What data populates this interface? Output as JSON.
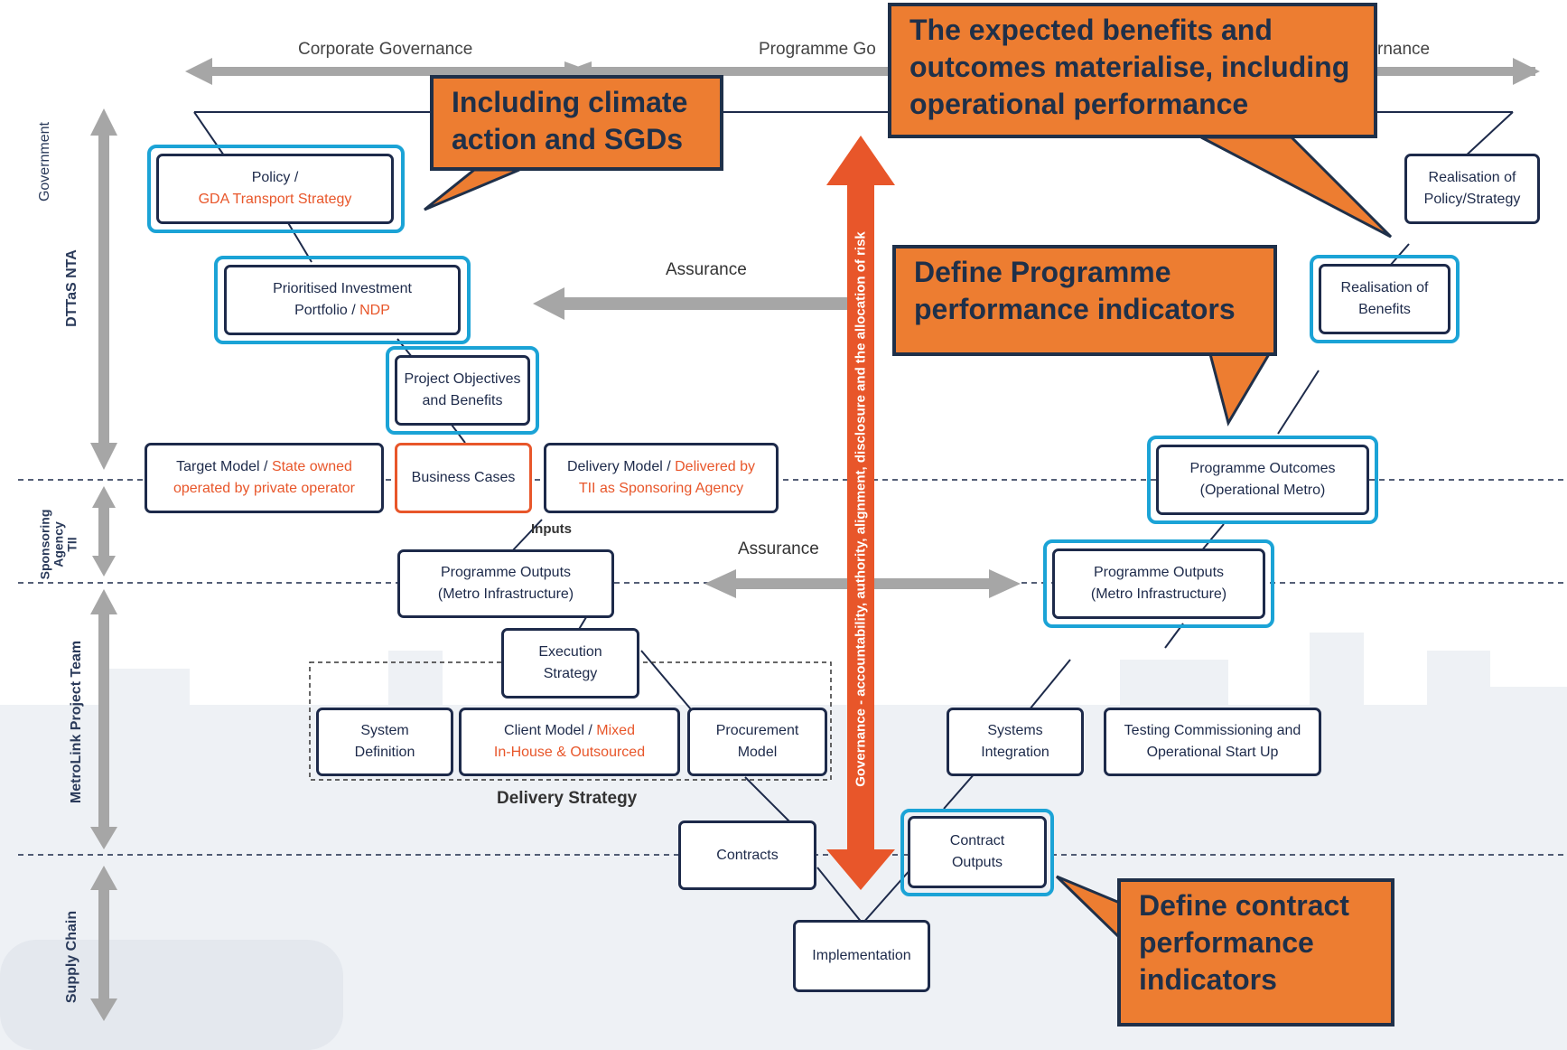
{
  "governance_bar": {
    "corporate": "Corporate Governance",
    "programme_partial": "Programme Go",
    "project_partial": "rnance"
  },
  "side_labels": {
    "government": "Government",
    "dttas_nta": "DTTaS NTA",
    "sponsoring_agency_tii": [
      "Sponsoring",
      "Agency",
      "TII"
    ],
    "metrolink_project_team": "MetroLink Project Team",
    "supply_chain": "Supply Chain"
  },
  "boxes": {
    "policy": {
      "line1": "Policy /",
      "line2": "GDA Transport Strategy"
    },
    "prioritised": {
      "line1": "Prioritised Investment",
      "line2a": "Portfolio / ",
      "line2b": "NDP"
    },
    "objectives": {
      "line1": "Project Objectives",
      "line2": "and Benefits"
    },
    "target_model": {
      "line1a": "Target Model / ",
      "line1b": "State owned",
      "line2": "operated by private operator"
    },
    "business_cases": {
      "text": "Business Cases"
    },
    "delivery_model": {
      "line1a": "Delivery Model / ",
      "line1b": "Delivered by",
      "line2": "TII as Sponsoring Agency"
    },
    "prog_outputs_left": {
      "line1": "Programme Outputs",
      "line2": "(Metro Infrastructure)"
    },
    "execution": {
      "line1": "Execution",
      "line2": "Strategy"
    },
    "system_definition": {
      "line1": "System",
      "line2": "Definition"
    },
    "client_model": {
      "line1a": "Client Model / ",
      "line1b": "Mixed",
      "line2": "In-House & Outsourced"
    },
    "procurement": {
      "line1": "Procurement",
      "line2": "Model"
    },
    "contracts": {
      "text": "Contracts"
    },
    "implementation": {
      "text": "Implementation"
    },
    "contract_outputs": {
      "line1": "Contract",
      "line2": "Outputs"
    },
    "systems_integration": {
      "line1": "Systems",
      "line2": "Integration"
    },
    "testing": {
      "line1": "Testing Commissioning and",
      "line2": "Operational Start Up"
    },
    "prog_outputs_right": {
      "line1": "Programme Outputs",
      "line2": "(Metro Infrastructure)"
    },
    "prog_outcomes": {
      "line1": "Programme Outcomes",
      "line2": "(Operational Metro)"
    },
    "realisation_benefits": {
      "line1": "Realisation of",
      "line2": "Benefits"
    },
    "realisation_policy": {
      "line1": "Realisation of",
      "line2": "Policy/Strategy"
    }
  },
  "labels": {
    "assurance_top": "Assurance",
    "assurance_mid": "Assurance",
    "inputs": "Inputs",
    "delivery_strategy": "Delivery Strategy",
    "governance_axis": "Governance - accountability, authority, alignment, disclosure and the allocation of risk"
  },
  "callouts": {
    "climate": [
      "Including climate",
      "action and SGDs"
    ],
    "benefits": [
      "The expected benefits and",
      "outcomes materialise, including",
      "operational performance"
    ],
    "programme": [
      "Define Programme",
      "performance indicators"
    ],
    "contract": [
      "Define contract",
      "performance",
      "indicators"
    ]
  },
  "colors": {
    "navy": "#1d2a4a",
    "highlight_blue": "#1ba3d6",
    "accent_orange": "#e8562a",
    "callout_orange": "#ed7d31",
    "arrow_grey": "#a6a6a6"
  }
}
